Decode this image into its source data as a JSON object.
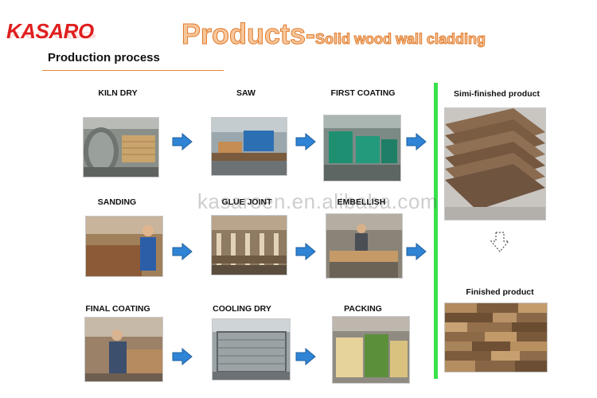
{
  "brand": {
    "logo_text": "KASARO"
  },
  "header": {
    "title_main": "Products-",
    "title_sub": "Solid wood wall cladding",
    "section": "Production process"
  },
  "colors": {
    "title_fill": "#f7c79c",
    "title_stroke": "#e07a2b",
    "arrow": "#2f84d6",
    "divider": "#38e24b",
    "logo": "#e01e1e"
  },
  "steps": [
    {
      "label": "KILN DRY"
    },
    {
      "label": "SAW"
    },
    {
      "label": "FIRST COATING"
    },
    {
      "label": "SANDING"
    },
    {
      "label": "GLUE JOINT"
    },
    {
      "label": "EMBELLISH"
    },
    {
      "label": "FINAL COATING"
    },
    {
      "label": "COOLING DRY"
    },
    {
      "label": "PACKING"
    }
  ],
  "side": {
    "semi_label": "Simi-finished product",
    "finished_label": "Finished product"
  },
  "watermark": "kasaroen.en.alibaba.com",
  "icons": {
    "flow_arrow": "arrow-right-icon",
    "down_arrow": "dashed-arrow-down-icon"
  }
}
